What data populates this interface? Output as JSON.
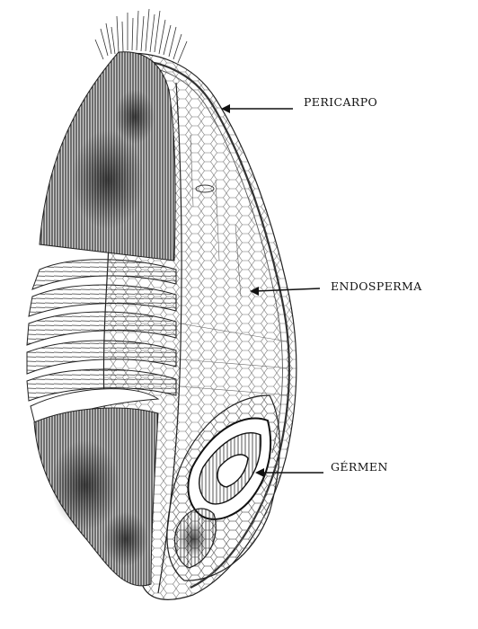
{
  "labels": {
    "pericarp": "PERICARPO",
    "endosperm": "ENDOSPERMA",
    "germ": "GÉRMEN"
  },
  "colors": {
    "ink": "#1a1a1a",
    "dark_tissue": "#3a3a3a",
    "background": "#ffffff"
  }
}
